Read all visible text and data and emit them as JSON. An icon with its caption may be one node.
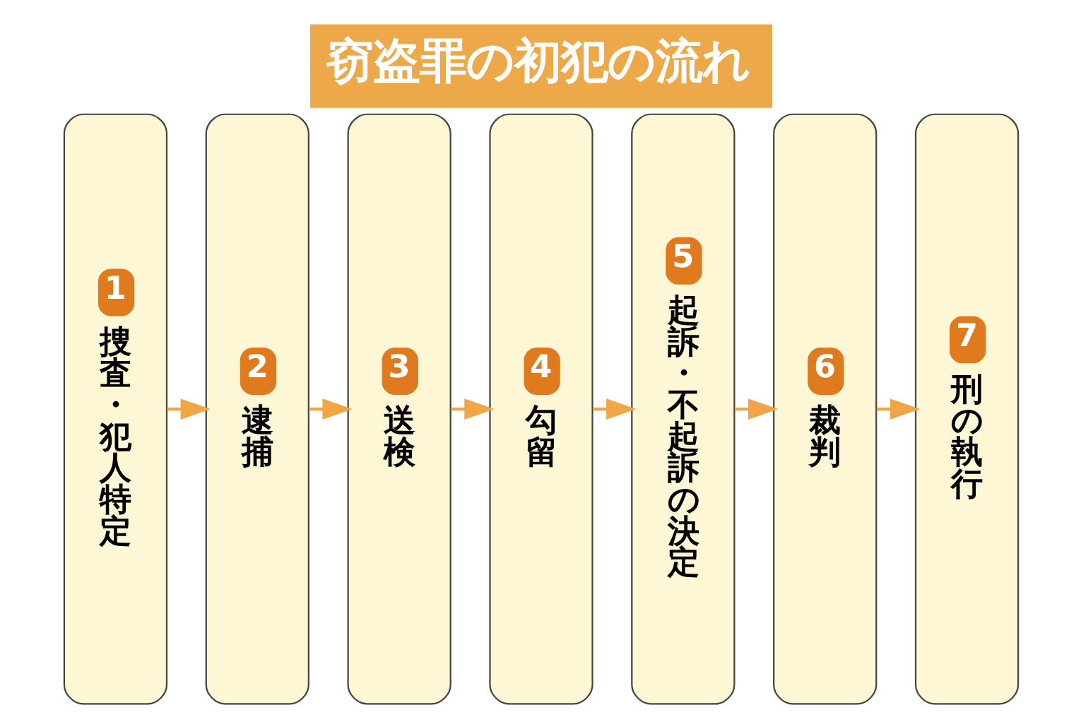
{
  "diagram": {
    "title": "窃盗罪の初犯の流れ",
    "nodes": [
      {
        "text": [
          "1",
          "捜査・犯人特定"
        ]
      },
      {
        "text": [
          "2",
          "逮捕"
        ]
      },
      {
        "text": [
          "3",
          "送検"
        ]
      },
      {
        "text": [
          "4",
          "勾留"
        ]
      },
      {
        "text": [
          "5",
          "起訴・不起訴の決定"
        ]
      },
      {
        "text": [
          "6",
          "裁判"
        ]
      },
      {
        "text": [
          "7",
          "刑の執行"
        ]
      }
    ],
    "edges": [
      {
        "from": 0,
        "to": 1,
        "arrow": "to"
      },
      {
        "from": 1,
        "to": 2,
        "arrow": "to"
      },
      {
        "from": 2,
        "to": 3,
        "arrow": "to"
      },
      {
        "from": 3,
        "to": 4,
        "arrow": "to"
      },
      {
        "from": 4,
        "to": 5,
        "arrow": "to"
      },
      {
        "from": 5,
        "to": 6,
        "arrow": "to"
      }
    ]
  }
}
